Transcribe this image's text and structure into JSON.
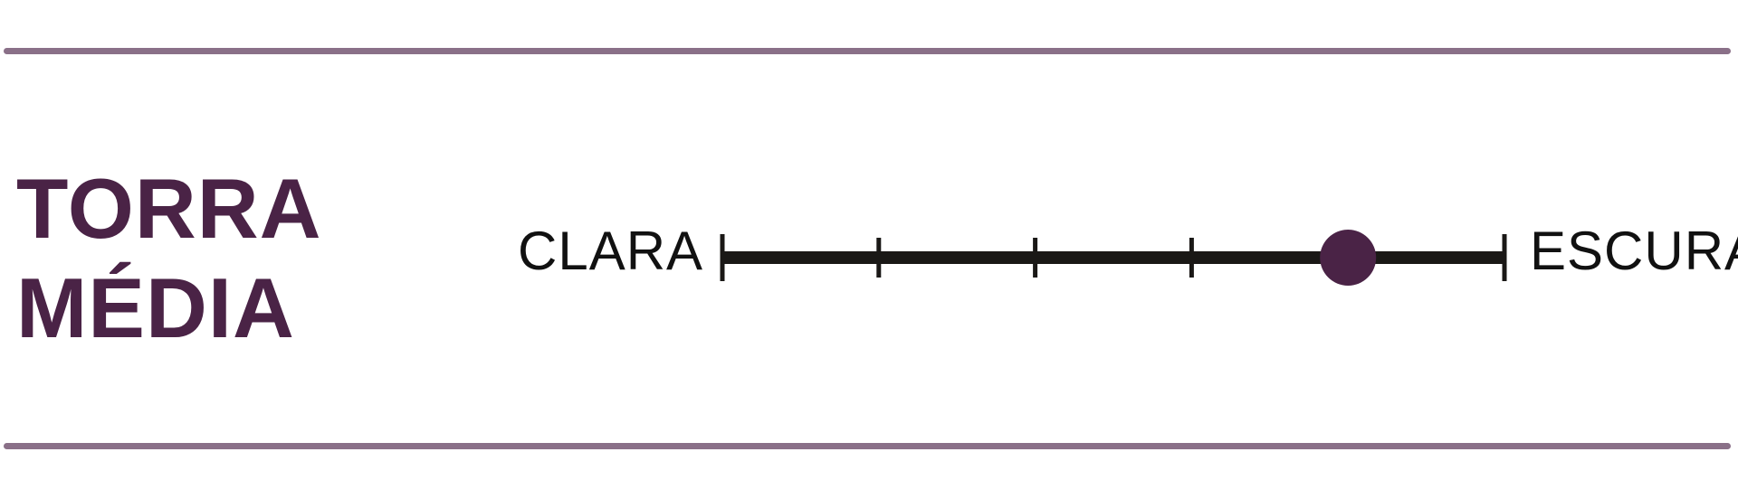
{
  "roast": {
    "line1": "TORRA",
    "line2": "MÉDIA"
  },
  "scale": {
    "left_label": "CLARA",
    "right_label": "ESCURA",
    "steps": 5,
    "selected_step": 4,
    "selected_fraction": 0.8
  },
  "colors": {
    "brand": "#4a2346",
    "rule": "#8a7088",
    "track": "#1a1816"
  }
}
